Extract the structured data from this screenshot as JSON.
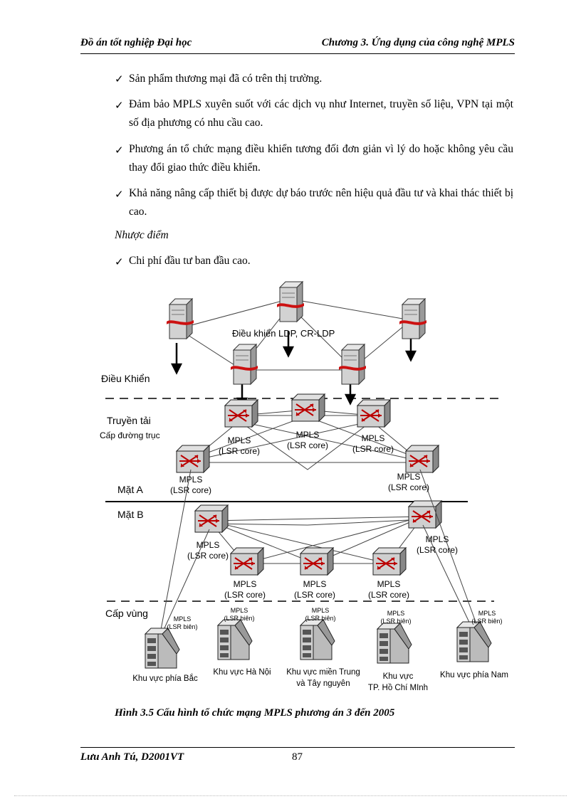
{
  "header": {
    "left": "Đồ án tốt nghiệp Đại học",
    "right": "Chương 3. Ứng dụng của công nghệ MPLS"
  },
  "bullets": [
    "Sản phẩm thương mại đã có trên thị trường.",
    "Đảm bảo MPLS xuyên suốt với các dịch vụ như Internet, truyền số liệu, VPN tại một số địa phương có nhu cầu cao.",
    "Phương án tổ chức mạng điều khiển tương đối đơn giản vì lý do hoặc không yêu cầu thay đổi giao thức điều khiển.",
    "Khả năng nâng cấp thiết bị được dự báo trước nên hiệu quả đầu tư và khai thác thiết bị cao."
  ],
  "subheading": "Nhược điểm",
  "bullets2": [
    "Chi phí đầu tư ban đầu cao."
  ],
  "diagram": {
    "control_label": "Điều khiển LDP, CR-LDP",
    "layer_control": "Điều Khiển",
    "layer_transport": "Truyền tải",
    "layer_backbone": "Cấp đường trục",
    "plane_a": "Mặt A",
    "plane_b": "Mặt B",
    "layer_region": "Cấp vùng",
    "node_mpls": "MPLS",
    "node_lsr_core": "(LSR core)",
    "node_lsr_edge": "(LSR biên)",
    "regions": [
      {
        "line1": "Khu vực phía Bắc",
        "line2": ""
      },
      {
        "line1": "Khu vực Hà Nội",
        "line2": ""
      },
      {
        "line1": "Khu vực miền Trung",
        "line2": "và  Tây nguyên"
      },
      {
        "line1": "Khu vực",
        "line2": "TP. Hồ Chí MInh"
      },
      {
        "line1": "Khu vực phía Nam",
        "line2": ""
      }
    ]
  },
  "caption": "Hình 3.5 Cấu hình tổ chức mạng MPLS phương án 3 đến 2005",
  "footer": {
    "author": "Lưu Anh Tú, D2001VT",
    "page": "87"
  }
}
